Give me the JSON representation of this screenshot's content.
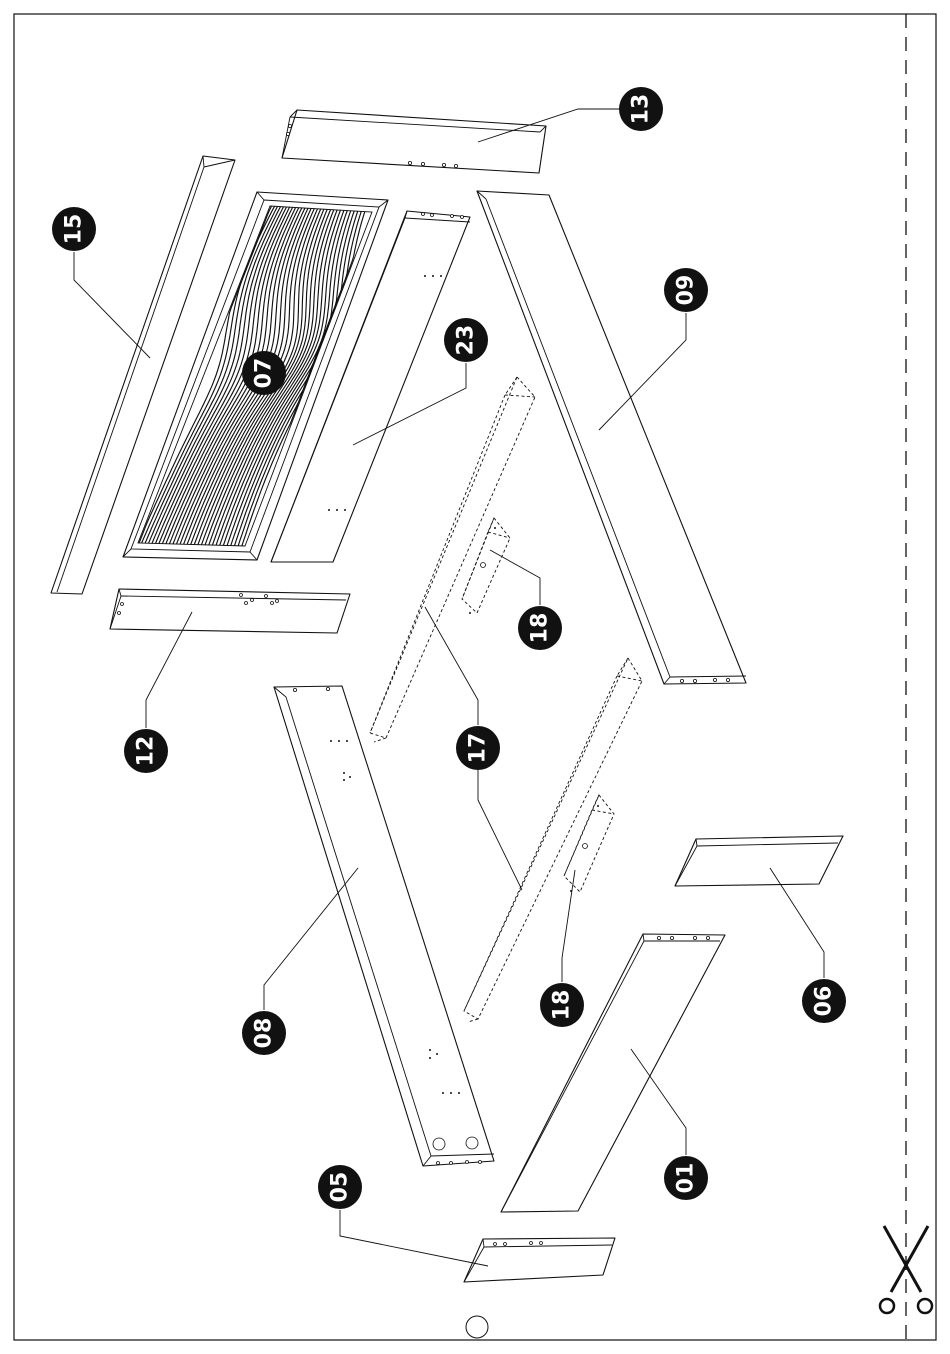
{
  "sheet": {
    "accent": "#111111",
    "icons": [
      "scissors-icon",
      "page-marker-icon"
    ]
  },
  "parts": [
    {
      "id": "part-13",
      "label": "13"
    },
    {
      "id": "part-15",
      "label": "15"
    },
    {
      "id": "part-07",
      "label": "07"
    },
    {
      "id": "part-23",
      "label": "23"
    },
    {
      "id": "part-09",
      "label": "09"
    },
    {
      "id": "part-18a",
      "label": "18"
    },
    {
      "id": "part-12",
      "label": "12"
    },
    {
      "id": "part-17",
      "label": "17"
    },
    {
      "id": "part-08",
      "label": "08"
    },
    {
      "id": "part-06",
      "label": "06"
    },
    {
      "id": "part-18b",
      "label": "18"
    },
    {
      "id": "part-01",
      "label": "01"
    },
    {
      "id": "part-05",
      "label": "05"
    }
  ]
}
